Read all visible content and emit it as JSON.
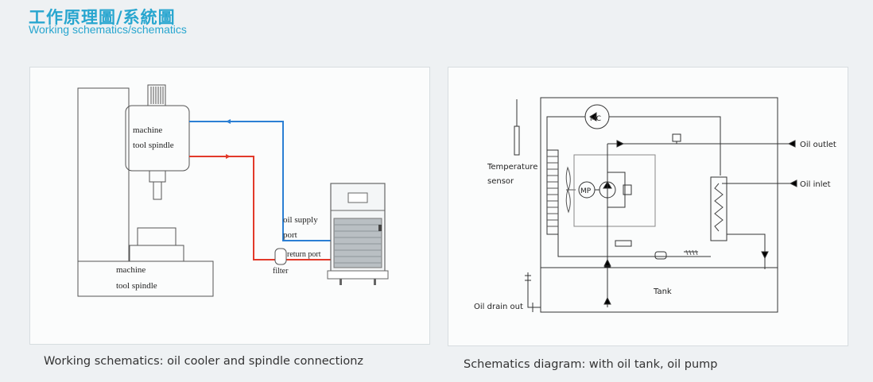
{
  "header": {
    "title_zh": "工作原理圖/系統圖",
    "title_en": "Working schematics/schematics"
  },
  "left_diagram": {
    "caption": "Working schematics: oil cooler and spindle connectionz",
    "upper_spindle_line1": "machine",
    "upper_spindle_line2": "tool spindle",
    "lower_spindle_line1": "machine",
    "lower_spindle_line2": "tool spindle",
    "supply_line1": "oil supply",
    "supply_line2": "port",
    "return_label": "return port",
    "filter_label": "filter",
    "colors": {
      "supply_line": "#2b7fd4",
      "return_line": "#e23a2a"
    }
  },
  "right_diagram": {
    "caption": "Schematics diagram: with oil tank, oil pump",
    "temp_line1": "Temperature",
    "temp_line2": "sensor",
    "mc_label": "MC",
    "mp_label": "MP",
    "oil_outlet": "Oil outlet",
    "oil_inlet": "Oil inlet",
    "tank_label": "Tank",
    "drain_label": "Oil drain out"
  }
}
